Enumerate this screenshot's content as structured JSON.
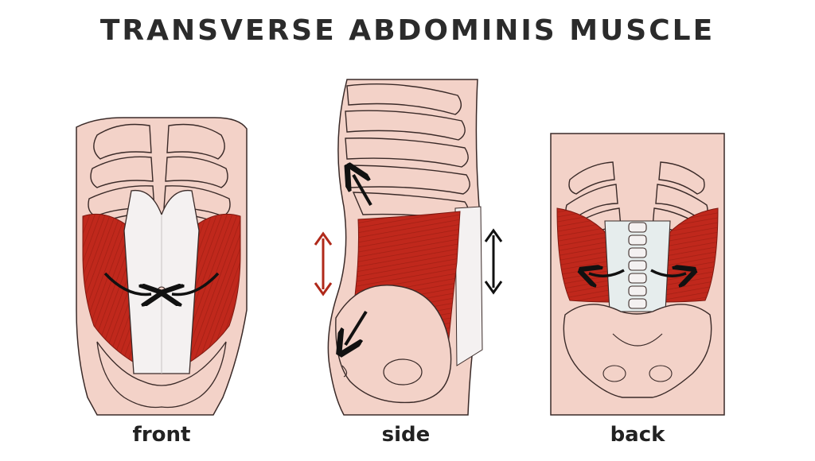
{
  "title": "TRANSVERSE ABDOMINIS MUSCLE",
  "panels": [
    {
      "label": "front"
    },
    {
      "label": "side"
    },
    {
      "label": "back"
    }
  ],
  "colors": {
    "skin": "#f3d2c8",
    "skin_shadow": "#e9bdb1",
    "muscle": "#c0281c",
    "muscle_dark": "#9a1c12",
    "fascia": "#f4f1f1",
    "outline": "#3a2a28",
    "text": "#2b2b2b",
    "arrow_black": "#111111",
    "arrow_red": "#b0291a"
  },
  "icons": [
    "arrow-inward-icon",
    "arrow-vertical-double-icon",
    "arrow-outward-icon"
  ]
}
